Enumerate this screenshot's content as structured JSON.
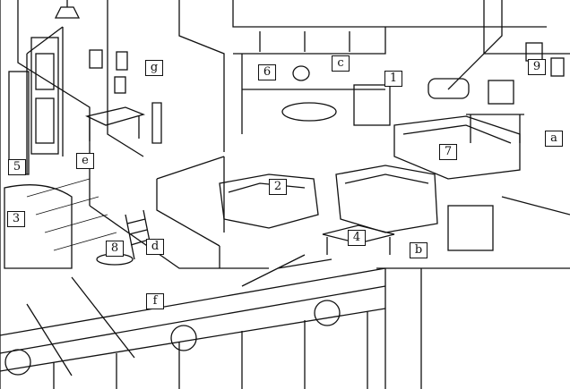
{
  "labels": {
    "n1": "1",
    "n2": "2",
    "n3": "3",
    "n4": "4",
    "n5": "5",
    "n6": "6",
    "n7": "7",
    "n8": "8",
    "n9": "9",
    "a": "a",
    "b": "b",
    "c": "c",
    "d": "d",
    "e": "e",
    "f": "f",
    "g": "g"
  },
  "colors": {
    "ink": "#111111",
    "paper": "#ffffff"
  }
}
